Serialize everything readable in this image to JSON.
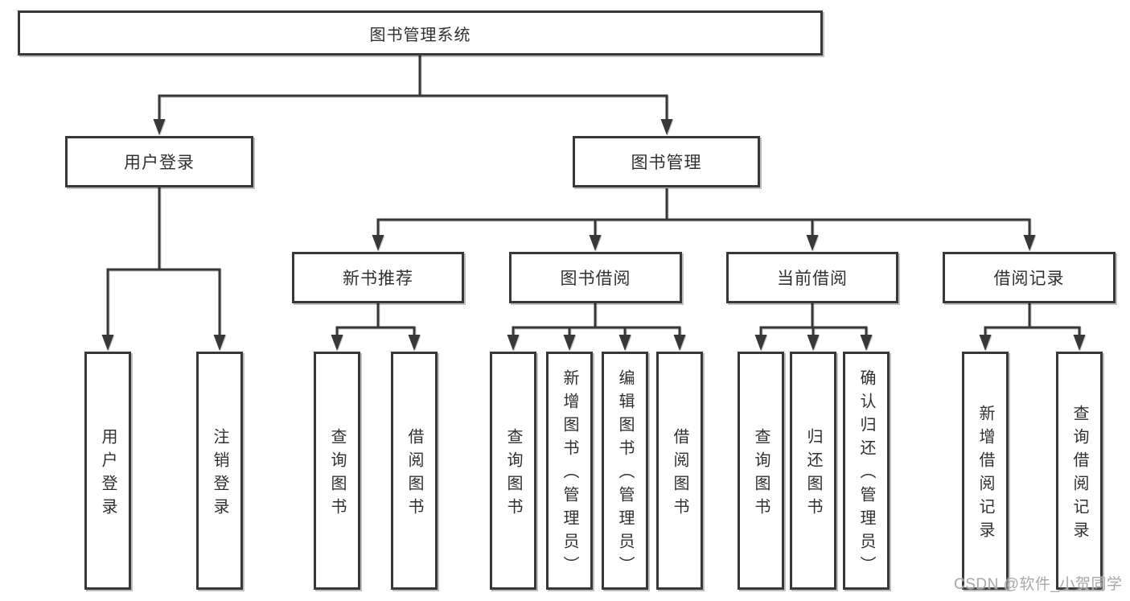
{
  "diagram": {
    "root": {
      "label": "图书管理系统"
    },
    "branches": [
      {
        "label": "用户登录",
        "children": [
          {
            "label": "用户登录"
          },
          {
            "label": "注销登录"
          }
        ]
      },
      {
        "label": "图书管理",
        "children": [
          {
            "label": "新书推荐",
            "children": [
              {
                "label": "查询图书"
              },
              {
                "label": "借阅图书"
              }
            ]
          },
          {
            "label": "图书借阅",
            "children": [
              {
                "label": "查询图书"
              },
              {
                "label": "新增图书（管理员）"
              },
              {
                "label": "编辑图书（管理员）"
              },
              {
                "label": "借阅图书"
              }
            ]
          },
          {
            "label": "当前借阅",
            "children": [
              {
                "label": "查询图书"
              },
              {
                "label": "归还图书"
              },
              {
                "label": "确认归还（管理员）"
              }
            ]
          },
          {
            "label": "借阅记录",
            "children": [
              {
                "label": "新增借阅记录"
              },
              {
                "label": "查询借阅记录"
              }
            ]
          }
        ]
      }
    ],
    "colors": {
      "line": "#383838",
      "box_border": "#383838",
      "box_fill": "#ffffff",
      "text": "#303030",
      "watermark": "#a8a8a8"
    },
    "watermark": "CSDN @软件_小贺同学"
  }
}
